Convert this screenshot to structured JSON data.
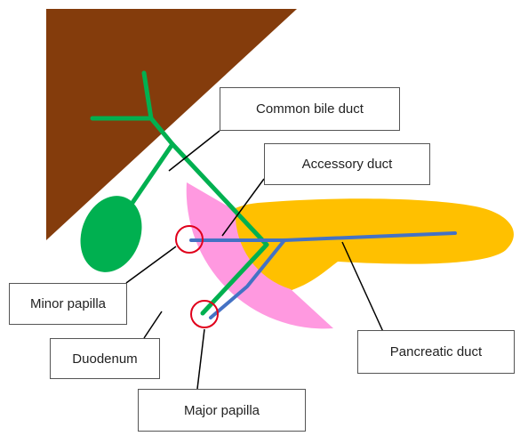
{
  "labels": {
    "common_bile_duct": "Common bile duct",
    "accessory_duct": "Accessory duct",
    "minor_papilla": "Minor papilla",
    "duodenum": "Duodenum",
    "pancreatic_duct": "Pancreatic duct",
    "major_papilla": "Major papilla"
  },
  "colors": {
    "liver": "#843c0c",
    "gallbladder": "#00b050",
    "bile_duct": "#00b050",
    "duodenum": "#ff99e0",
    "pancreas": "#ffc000",
    "pancreatic_duct": "#4472c4",
    "papilla_marker": "#e0001b",
    "leader_line": "#000000"
  }
}
